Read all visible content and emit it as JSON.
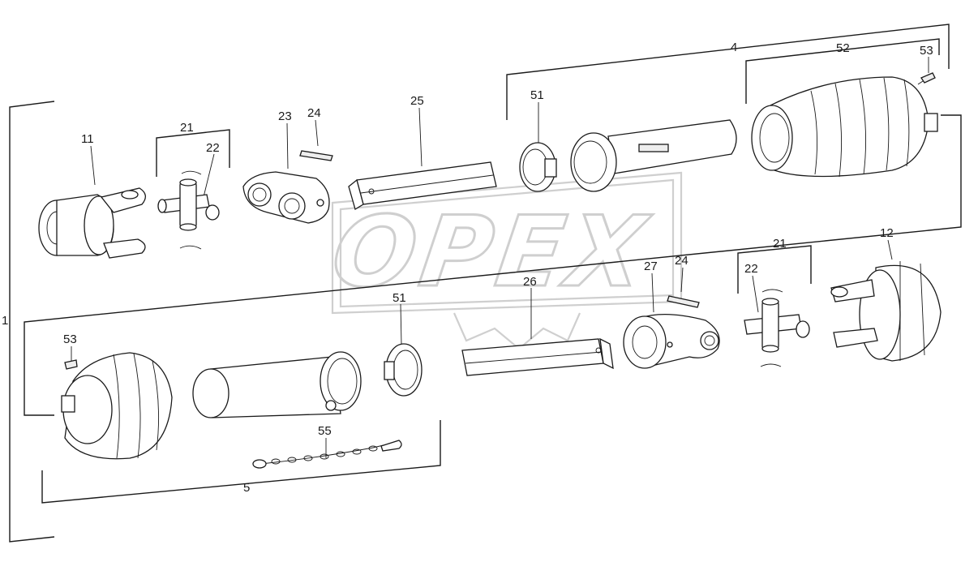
{
  "diagram": {
    "watermark": "OPEX",
    "labels": [
      {
        "id": "1",
        "text": "1"
      },
      {
        "id": "4",
        "text": "4"
      },
      {
        "id": "5",
        "text": "5"
      },
      {
        "id": "11",
        "text": "11"
      },
      {
        "id": "12",
        "text": "12"
      },
      {
        "id": "21a",
        "text": "21"
      },
      {
        "id": "21b",
        "text": "21"
      },
      {
        "id": "22a",
        "text": "22"
      },
      {
        "id": "22b",
        "text": "22"
      },
      {
        "id": "23",
        "text": "23"
      },
      {
        "id": "24a",
        "text": "24"
      },
      {
        "id": "24b",
        "text": "24"
      },
      {
        "id": "25",
        "text": "25"
      },
      {
        "id": "26",
        "text": "26"
      },
      {
        "id": "27",
        "text": "27"
      },
      {
        "id": "51a",
        "text": "51"
      },
      {
        "id": "51b",
        "text": "51"
      },
      {
        "id": "52",
        "text": "52"
      },
      {
        "id": "53a",
        "text": "53"
      },
      {
        "id": "53b",
        "text": "53"
      },
      {
        "id": "55",
        "text": "55"
      }
    ]
  }
}
